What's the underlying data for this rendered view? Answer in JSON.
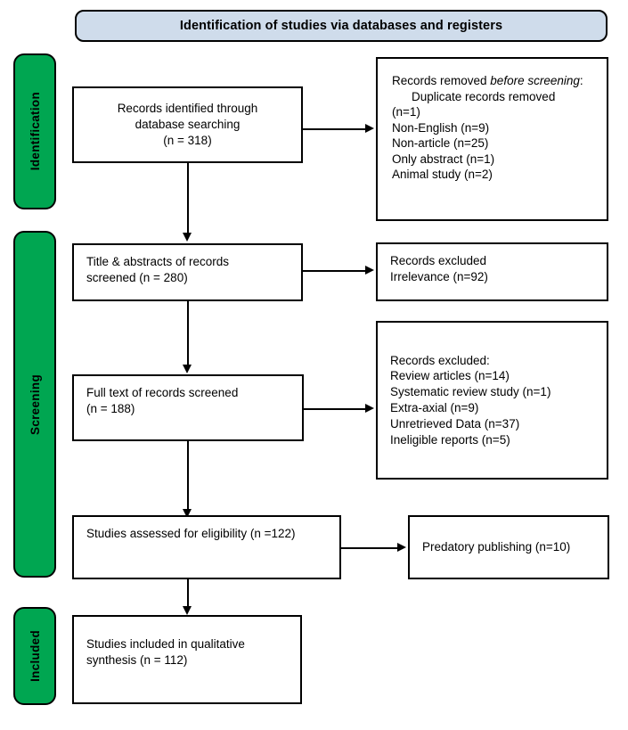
{
  "header": {
    "title": "Identification of studies via databases and registers"
  },
  "stages": [
    {
      "id": "identification",
      "label": "Identification",
      "color": "#00a651"
    },
    {
      "id": "screening",
      "label": "Screening",
      "color": "#00a651"
    },
    {
      "id": "included",
      "label": "Included",
      "color": "#00a651"
    }
  ],
  "boxes": {
    "identified": {
      "text": "Records identified through\ndatabase searching\n(n = 318)"
    },
    "removed_before_screening": {
      "lead_prefix": "Records removed ",
      "lead_italic": "before screening",
      "lead_suffix": ":",
      "items": [
        "Duplicate records removed",
        "(n=1)"
      ],
      "items_plain": [
        "Non-English (n=9)",
        "Non-article (n=25)",
        "Only abstract (n=1)",
        "Animal study (n=2)"
      ]
    },
    "title_abstracts": {
      "text": "Title & abstracts of records\nscreened (n = 280)"
    },
    "excluded_irrelevance": {
      "text": "Records excluded\nIrrelevance (n=92)"
    },
    "full_text": {
      "text": "Full text of records screened\n(n = 188)"
    },
    "excluded_fulltext": {
      "text": "Records excluded:\nReview articles (n=14)\nSystematic review study (n=1)\nExtra-axial (n=9)\nUnretrieved Data (n=37)\nIneligible reports (n=5)"
    },
    "eligibility": {
      "text": "Studies assessed for eligibility (n =122)"
    },
    "predatory": {
      "text": "Predatory publishing (n=10)"
    },
    "included_synthesis": {
      "text": "Studies included in qualitative\nsynthesis (n = 112)"
    }
  },
  "chart_data": {
    "type": "diagram",
    "title": "Identification of studies via databases and registers",
    "stages": [
      "Identification",
      "Screening",
      "Included"
    ],
    "nodes": [
      {
        "id": "identified",
        "stage": "Identification",
        "label": "Records identified through database searching",
        "n": 318
      },
      {
        "id": "removed_before_screening",
        "stage": "Identification",
        "label": "Records removed before screening",
        "breakdown": [
          {
            "label": "Duplicate records removed",
            "n": 1
          },
          {
            "label": "Non-English",
            "n": 9
          },
          {
            "label": "Non-article",
            "n": 25
          },
          {
            "label": "Only abstract",
            "n": 1
          },
          {
            "label": "Animal study",
            "n": 2
          }
        ]
      },
      {
        "id": "title_abstracts",
        "stage": "Screening",
        "label": "Title & abstracts of records screened",
        "n": 280
      },
      {
        "id": "excluded_irrelevance",
        "stage": "Screening",
        "label": "Records excluded",
        "breakdown": [
          {
            "label": "Irrelevance",
            "n": 92
          }
        ]
      },
      {
        "id": "full_text",
        "stage": "Screening",
        "label": "Full text of records screened",
        "n": 188
      },
      {
        "id": "excluded_fulltext",
        "stage": "Screening",
        "label": "Records excluded",
        "breakdown": [
          {
            "label": "Review articles",
            "n": 14
          },
          {
            "label": "Systematic review study",
            "n": 1
          },
          {
            "label": "Extra-axial",
            "n": 9
          },
          {
            "label": "Unretrieved Data",
            "n": 37
          },
          {
            "label": "Ineligible reports",
            "n": 5
          }
        ]
      },
      {
        "id": "eligibility",
        "stage": "Screening",
        "label": "Studies assessed for eligibility",
        "n": 122
      },
      {
        "id": "predatory",
        "stage": "Screening",
        "label": "Predatory publishing",
        "n": 10
      },
      {
        "id": "included_synthesis",
        "stage": "Included",
        "label": "Studies included in qualitative synthesis",
        "n": 112
      }
    ],
    "edges": [
      {
        "from": "identified",
        "to": "removed_before_screening",
        "direction": "right"
      },
      {
        "from": "identified",
        "to": "title_abstracts",
        "direction": "down"
      },
      {
        "from": "title_abstracts",
        "to": "excluded_irrelevance",
        "direction": "right"
      },
      {
        "from": "title_abstracts",
        "to": "full_text",
        "direction": "down"
      },
      {
        "from": "full_text",
        "to": "excluded_fulltext",
        "direction": "right"
      },
      {
        "from": "full_text",
        "to": "eligibility",
        "direction": "down"
      },
      {
        "from": "eligibility",
        "to": "predatory",
        "direction": "right"
      },
      {
        "from": "eligibility",
        "to": "included_synthesis",
        "direction": "down"
      }
    ]
  }
}
